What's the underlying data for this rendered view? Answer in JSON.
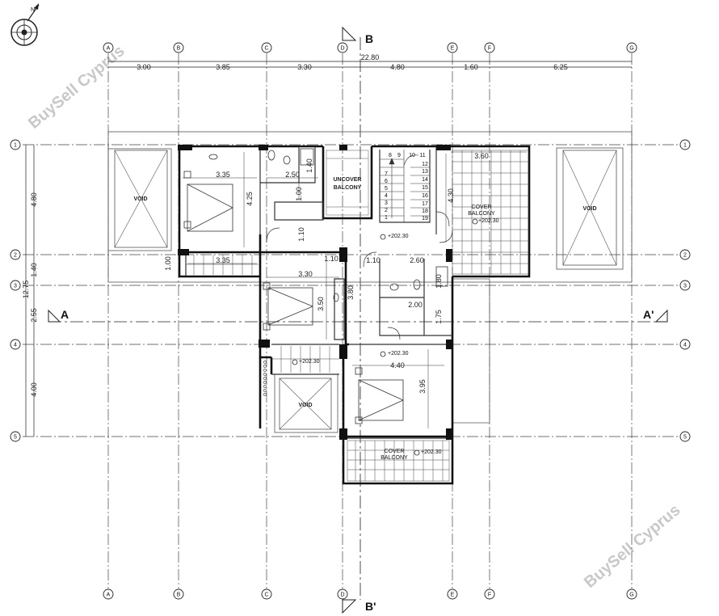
{
  "grid": {
    "columns": [
      "A",
      "B",
      "C",
      "D",
      "E",
      "F",
      "G"
    ],
    "rows": [
      "1",
      "2",
      "3",
      "4",
      "5"
    ]
  },
  "dimensions": {
    "overall_width": "22.80",
    "column_spacings": [
      "3.00",
      "3.85",
      "3.30",
      "4.80",
      "1.60",
      "6.25"
    ],
    "row_spacings": [
      "4.80",
      "1.40",
      "2.55",
      "4.00"
    ],
    "row_overall": "12.75",
    "left_small": "1.00"
  },
  "room_dims": {
    "bed1_w": "3.35",
    "bed1_h": "4.25",
    "bath1_w": "2.50",
    "bath1_h": "1.40",
    "bath1_c": "1.00",
    "hall1": "1.10",
    "balc1_w": "3.35",
    "bed2_w": "3.30",
    "bed2_h": "3.50",
    "wardrobe": "3.80",
    "door_a": "1.10",
    "door_b": "1.10",
    "bath2_w": "2.60",
    "bath2_h": "1.80",
    "bath2_w2": "2.00",
    "bath2_h2": "1.75",
    "stair_h": "4.30",
    "cover_w": "3.60",
    "bed3_w": "4.40",
    "bed3_h": "3.95"
  },
  "labels": {
    "void": "VOID",
    "uncover_1": "UNCOVER",
    "uncover_2": "BALCONY",
    "cover_1": "COVER",
    "cover_2": "BALCONY",
    "level": "+202.30"
  },
  "sections": {
    "a": "A",
    "a_prime": "A'",
    "b": "B",
    "b_prime": "B'"
  },
  "stairs": [
    "1",
    "2",
    "3",
    "4",
    "5",
    "6",
    "7",
    "8",
    "9",
    "10",
    "11",
    "12",
    "13",
    "14",
    "15",
    "16",
    "17",
    "18",
    "19"
  ],
  "watermark": "BuySell Cyprus",
  "compass": "N"
}
